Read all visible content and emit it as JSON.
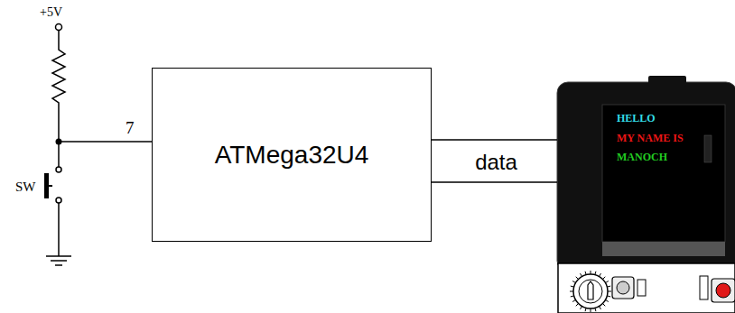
{
  "diagram": {
    "nodes": [
      {
        "text": [
          "ATMega32U4"
        ]
      },
      {
        "text": [
          "HELLO",
          "MY NAME IS",
          "MANOCH"
        ]
      }
    ],
    "edges": [
      {
        "from": 0,
        "to": 1,
        "label": "data",
        "arrow": "none"
      }
    ],
    "labels": [
      "+5V",
      "SW",
      "7"
    ]
  }
}
